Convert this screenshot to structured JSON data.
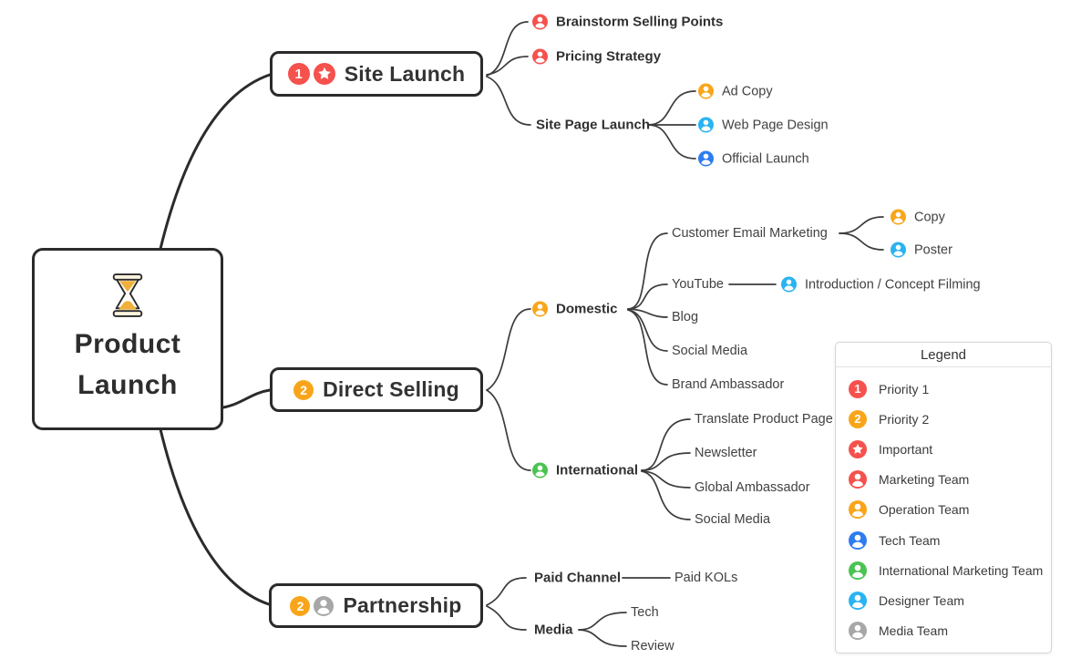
{
  "badges": {
    "priority1": "1",
    "priority2": "2"
  },
  "colors": {
    "priority_red": "#f5514d",
    "operation_orange": "#f9a51a",
    "tech_blue": "#2d7cf0",
    "international_green": "#4bc353",
    "designer_cyan": "#29b3f2",
    "media_gray": "#a7a7a7",
    "line": "#2b2b2b"
  },
  "nodes": {
    "root": {
      "line1": "Product",
      "line2": "Launch",
      "icon": "hourglass-icon"
    },
    "site_launch": {
      "label": "Site Launch",
      "badges": [
        "priority-1-badge",
        "important-star-icon"
      ]
    },
    "brainstorm": {
      "label": "Brainstorm Selling Points",
      "icon": "marketing-team-icon"
    },
    "pricing": {
      "label": "Pricing Strategy",
      "icon": "marketing-team-icon"
    },
    "site_page_launch": {
      "label": "Site Page Launch"
    },
    "ad_copy": {
      "label": "Ad Copy",
      "icon": "operation-team-icon"
    },
    "web_page_design": {
      "label": "Web Page Design",
      "icon": "designer-team-icon"
    },
    "official_launch": {
      "label": "Official Launch",
      "icon": "tech-team-icon"
    },
    "direct_selling": {
      "label": "Direct Selling",
      "badges": [
        "priority-2-badge"
      ]
    },
    "domestic": {
      "label": "Domestic",
      "icon": "operation-team-icon"
    },
    "customer_email": {
      "label": "Customer Email Marketing"
    },
    "copy": {
      "label": "Copy",
      "icon": "operation-team-icon"
    },
    "poster": {
      "label": "Poster",
      "icon": "designer-team-icon"
    },
    "youtube": {
      "label": "YouTube"
    },
    "intro_filming": {
      "label": "Introduction / Concept Filming",
      "icon": "designer-team-icon"
    },
    "blog": {
      "label": "Blog"
    },
    "social_media_domestic": {
      "label": "Social Media"
    },
    "brand_ambassador": {
      "label": "Brand Ambassador"
    },
    "international": {
      "label": "International",
      "icon": "international-marketing-team-icon"
    },
    "translate_product_page": {
      "label": "Translate Product Page"
    },
    "newsletter": {
      "label": "Newsletter"
    },
    "global_ambassador": {
      "label": "Global Ambassador"
    },
    "social_media_international": {
      "label": "Social Media"
    },
    "partnership": {
      "label": "Partnership",
      "badges": [
        "priority-2-badge",
        "media-team-icon"
      ]
    },
    "paid_channel": {
      "label": "Paid Channel"
    },
    "paid_kols": {
      "label": "Paid KOLs"
    },
    "media": {
      "label": "Media"
    },
    "tech": {
      "label": "Tech"
    },
    "review": {
      "label": "Review"
    }
  },
  "legend": {
    "title": "Legend",
    "items": [
      {
        "icon": "priority-1-badge",
        "color": "#f5514d",
        "label": "Priority 1"
      },
      {
        "icon": "priority-2-badge",
        "color": "#f9a51a",
        "label": "Priority 2"
      },
      {
        "icon": "important-star-icon",
        "color": "#f5514d",
        "label": "Important"
      },
      {
        "icon": "marketing-team-icon",
        "color": "#f5514d",
        "label": "Marketing Team"
      },
      {
        "icon": "operation-team-icon",
        "color": "#f9a51a",
        "label": "Operation Team"
      },
      {
        "icon": "tech-team-icon",
        "color": "#2d7cf0",
        "label": "Tech Team"
      },
      {
        "icon": "international-marketing-team-icon",
        "color": "#4bc353",
        "label": "International Marketing Team"
      },
      {
        "icon": "designer-team-icon",
        "color": "#29b3f2",
        "label": "Designer Team"
      },
      {
        "icon": "media-team-icon",
        "color": "#a7a7a7",
        "label": "Media Team"
      }
    ]
  }
}
